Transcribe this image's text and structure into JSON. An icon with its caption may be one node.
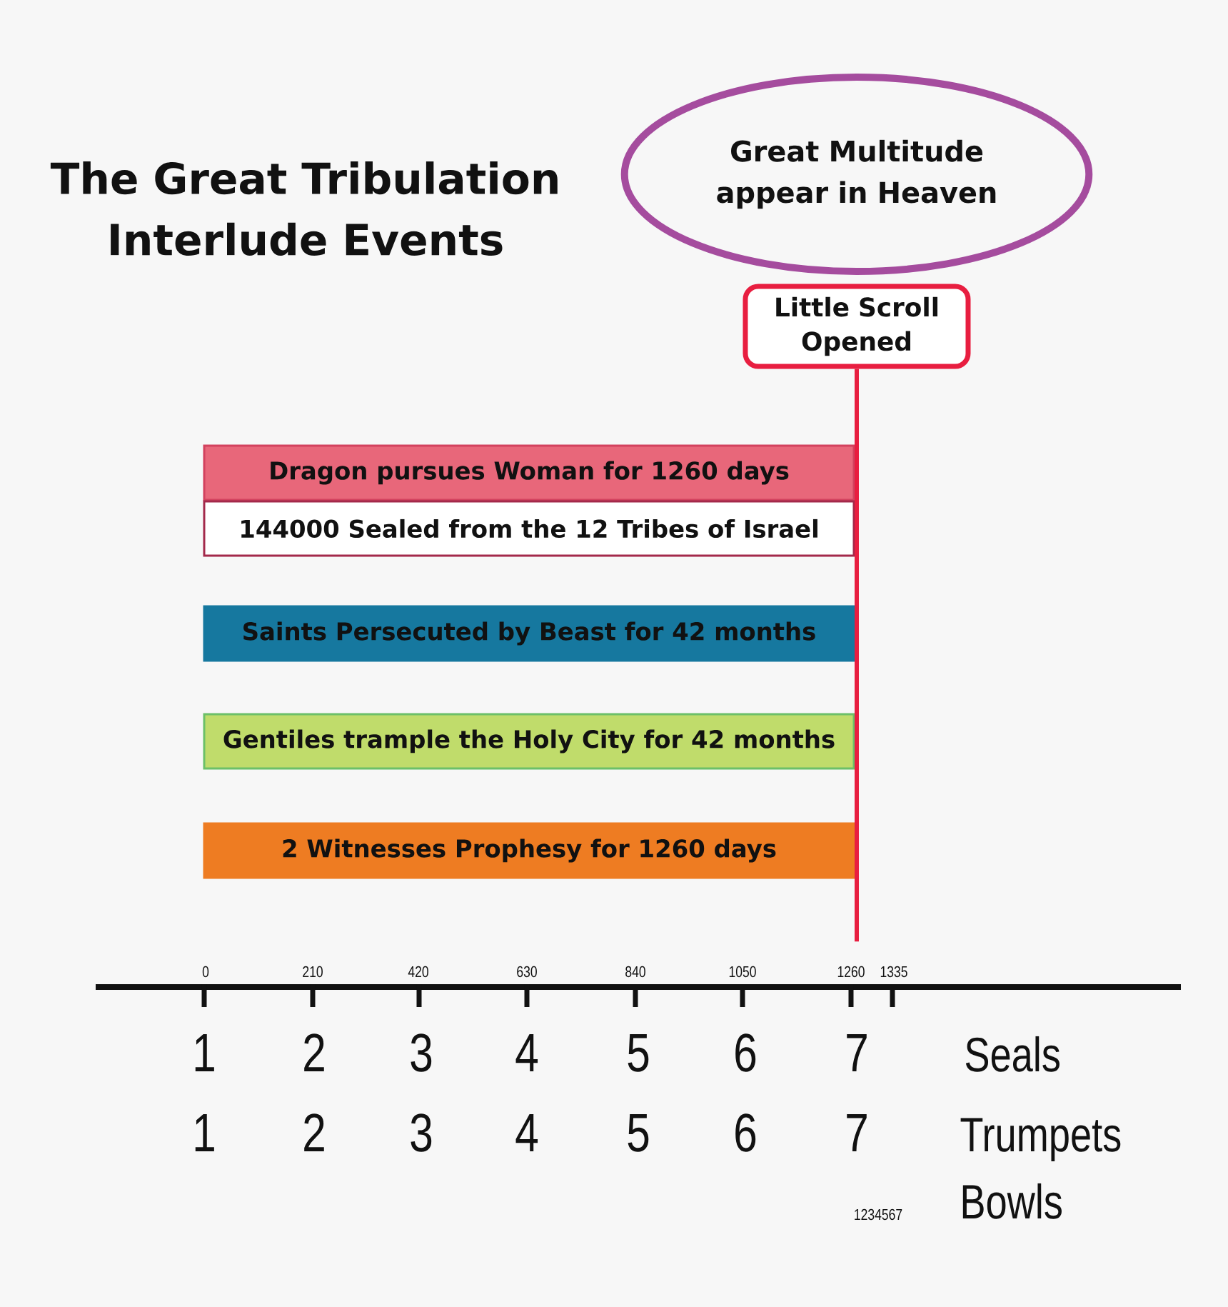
{
  "diagram": {
    "title": "The Great Tribulation Interlude Events",
    "nodes": [
      {
        "text": [
          "Great Multitude appear in Heaven"
        ]
      },
      {
        "text": [
          "Little Scroll Opened"
        ]
      },
      {
        "text": [
          "Dragon pursues Woman for 1260 days"
        ]
      },
      {
        "text": [
          "144000 Sealed from the 12 Tribes of Israel"
        ]
      },
      {
        "text": [
          "Saints Persecuted by Beast for 42 months"
        ]
      },
      {
        "text": [
          "Gentiles trample the Holy City for 42 months"
        ]
      },
      {
        "text": [
          "2 Witnesses Prophesy for 1260 days"
        ]
      },
      {
        "text": [
          "1260"
        ]
      }
    ],
    "edges": [
      {
        "from": 1,
        "to": 7,
        "arrow": "none"
      }
    ],
    "labels": [
      "0",
      "210",
      "420",
      "630",
      "840",
      "1050",
      "1335",
      "1",
      "2",
      "3",
      "4",
      "5",
      "6",
      "7",
      "Seals",
      "1",
      "2",
      "3",
      "4",
      "5",
      "6",
      "7",
      "Trumpets",
      "1234567",
      "Bowls"
    ]
  }
}
